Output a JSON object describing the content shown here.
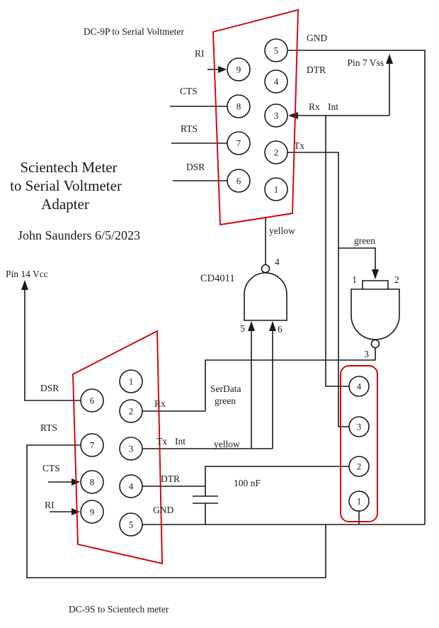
{
  "colors": {
    "connector_outline": "#d40000",
    "wire": "#1a1a1a"
  },
  "headings": {
    "top": "DC-9P to Serial Voltmeter",
    "bottom": "DC-9S to Scientech meter"
  },
  "title": {
    "line1": "Scientech Meter",
    "line2": "to Serial Voltmeter",
    "line3": "Adapter",
    "author": "John Saunders 6/5/2023"
  },
  "power": {
    "vss": "Pin 7 Vss",
    "vcc": "Pin 14 Vcc"
  },
  "ic": {
    "name": "CD4011",
    "gate_a": {
      "out": "4",
      "in_a": "5",
      "in_b": "6"
    },
    "gate_b": {
      "in_a": "1",
      "in_b": "2",
      "out": "3"
    }
  },
  "capacitor": {
    "value": "100 nF"
  },
  "wire_labels": {
    "yellow_top": "yellow",
    "green_gate": "green",
    "serdata": "SerData",
    "serdata_color": "green",
    "yellow_bottom": "yellow"
  },
  "top_connector": {
    "pins": {
      "p1": "1",
      "p2": "2",
      "p3": "3",
      "p4": "4",
      "p5": "5",
      "p6": "6",
      "p7": "7",
      "p8": "8",
      "p9": "9"
    },
    "signals": {
      "gnd": "GND",
      "dtr": "DTR",
      "rx": "Rx",
      "int": "Int",
      "tx": "Tx",
      "ri": "RI",
      "cts": "CTS",
      "rts": "RTS",
      "dsr": "DSR"
    }
  },
  "bottom_connector": {
    "pins": {
      "p1": "1",
      "p2": "2",
      "p3": "3",
      "p4": "4",
      "p5": "5",
      "p6": "6",
      "p7": "7",
      "p8": "8",
      "p9": "9"
    },
    "signals": {
      "gnd": "GND",
      "dtr": "DTR",
      "rx": "Rx",
      "tx": "Tx",
      "int": "Int",
      "ri": "RI",
      "cts": "CTS",
      "rts": "RTS",
      "dsr": "DSR"
    }
  },
  "aux_connector": {
    "pins": {
      "p1": "1",
      "p2": "2",
      "p3": "3",
      "p4": "4"
    }
  }
}
